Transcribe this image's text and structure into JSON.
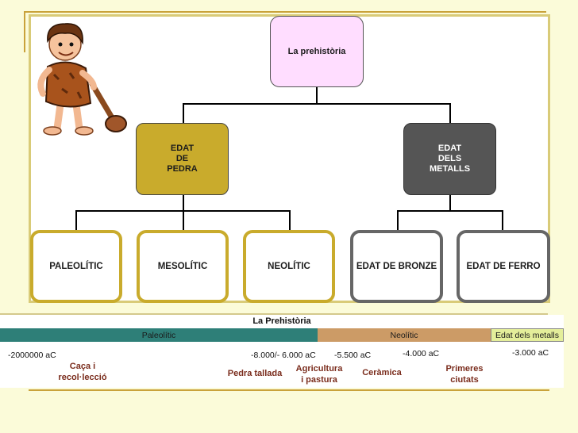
{
  "diagram": {
    "root": "La prehistòria",
    "eras": [
      {
        "label": "EDAT\nDE\nPEDRA",
        "color": "#C9AB2C"
      },
      {
        "label": "EDAT\nDELS\nMETALLS",
        "color": "#555555"
      }
    ],
    "periods": [
      {
        "label": "PALEOLÍTIC"
      },
      {
        "label": "MESOLÍTIC"
      },
      {
        "label": "NEOLÍTIC"
      },
      {
        "label": "EDAT DE BRONZE"
      },
      {
        "label": "EDAT DE FERRO"
      }
    ]
  },
  "timeline": {
    "title": "La Prehistòria",
    "bands": [
      {
        "label": "Paleolític",
        "color": "#2E7F78"
      },
      {
        "label": "Neolític",
        "color": "#CC9B66"
      },
      {
        "label": "Edat dels metalls",
        "color": "#E4EE9A"
      }
    ],
    "dates": [
      "-2000000 aC",
      "-8.000/- 6.000 aC",
      "-5.500 aC",
      "-4.000 aC",
      "-3.000 aC"
    ],
    "events": [
      "Caça i\nrecol·lecció",
      "Pedra tallada",
      "Agricultura\ni pastura",
      "Ceràmica",
      "Primeres\nciutats"
    ]
  }
}
